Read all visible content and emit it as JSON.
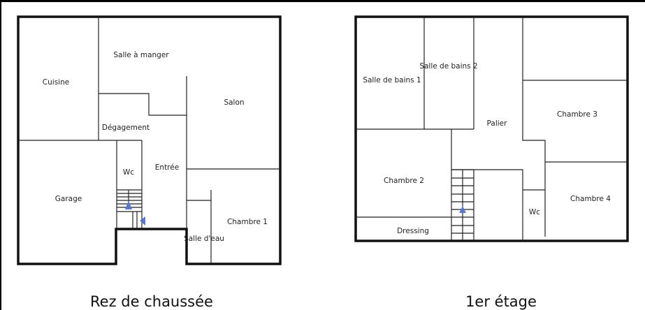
{
  "plans": [
    {
      "caption": "Rez de chaussée",
      "rooms": {
        "salle_a_manger": "Salle à manger",
        "cuisine": "Cuisine",
        "salon": "Salon",
        "degagement": "Dégagement",
        "wc": "Wc",
        "entree": "Entrée",
        "garage": "Garage",
        "chambre1": "Chambre 1",
        "salle_deau": "Salle d'eau"
      }
    },
    {
      "caption": "1er étage",
      "rooms": {
        "sdb1": "Salle de bains 1",
        "sdb2": "Salle de bains 2",
        "palier": "Palier",
        "chambre3": "Chambre 3",
        "chambre2": "Chambre 2",
        "chambre4": "Chambre 4",
        "wc": "Wc",
        "dressing": "Dressing"
      }
    }
  ],
  "colors": {
    "stair_arrow": "#5b78c8"
  }
}
